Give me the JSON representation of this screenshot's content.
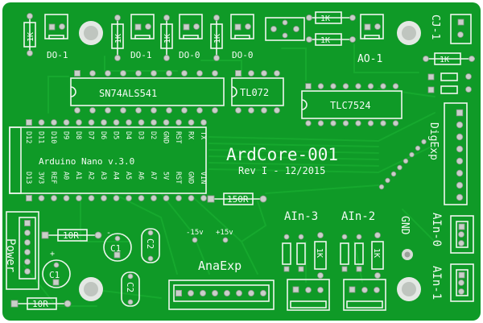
{
  "board": {
    "title": "ArdCore-001",
    "revision": "Rev I - 12/2015",
    "colors": {
      "pcb": "#0f9a27",
      "trace": "#16a82e",
      "silk": "#eef6ee",
      "pad": "#c9cfc9"
    }
  },
  "labels": {
    "do_1a": "DO-1",
    "do_1b": "DO-1",
    "do_0a": "DO-0",
    "do_0b": "DO-0",
    "ao_1": "AO-1",
    "cj_1": "CJ-1",
    "chip_541": "SN74ALS541",
    "chip_072": "TL072",
    "chip_7524": "TLC7524",
    "arduino": "Arduino Nano v.3.0",
    "digexp": "DigExp",
    "anaexp": "AnaExp",
    "power": "Power",
    "gnd": "GND",
    "ain_0": "AIn-0",
    "ain_1": "AIn-1",
    "ain_2": "AIn-2",
    "ain_3": "AIn-3",
    "r150": "150R",
    "r10a": "10R",
    "r10b": "10R",
    "c1a": "C1",
    "c1b": "C1",
    "c2a": "C2",
    "c2b": "C2",
    "m15": "-15v",
    "p15": "+15v",
    "plus": "+",
    "minus": "-"
  },
  "resistors": [
    "1K",
    "1K",
    "1K",
    "1K",
    "1K",
    "1K",
    "1K",
    "1K",
    "1K"
  ],
  "nano_top_pins": [
    "D12",
    "D11",
    "D10",
    "D9",
    "D8",
    "D7",
    "D6",
    "D5",
    "D4",
    "D3",
    "D2",
    "GND",
    "RST",
    "RX",
    "TX"
  ],
  "nano_bottom_pins": [
    "D13",
    "3V3",
    "REF",
    "A0",
    "A1",
    "A2",
    "A3",
    "A4",
    "A5",
    "A6",
    "A7",
    "5V",
    "RST",
    "GND",
    "VIN"
  ]
}
